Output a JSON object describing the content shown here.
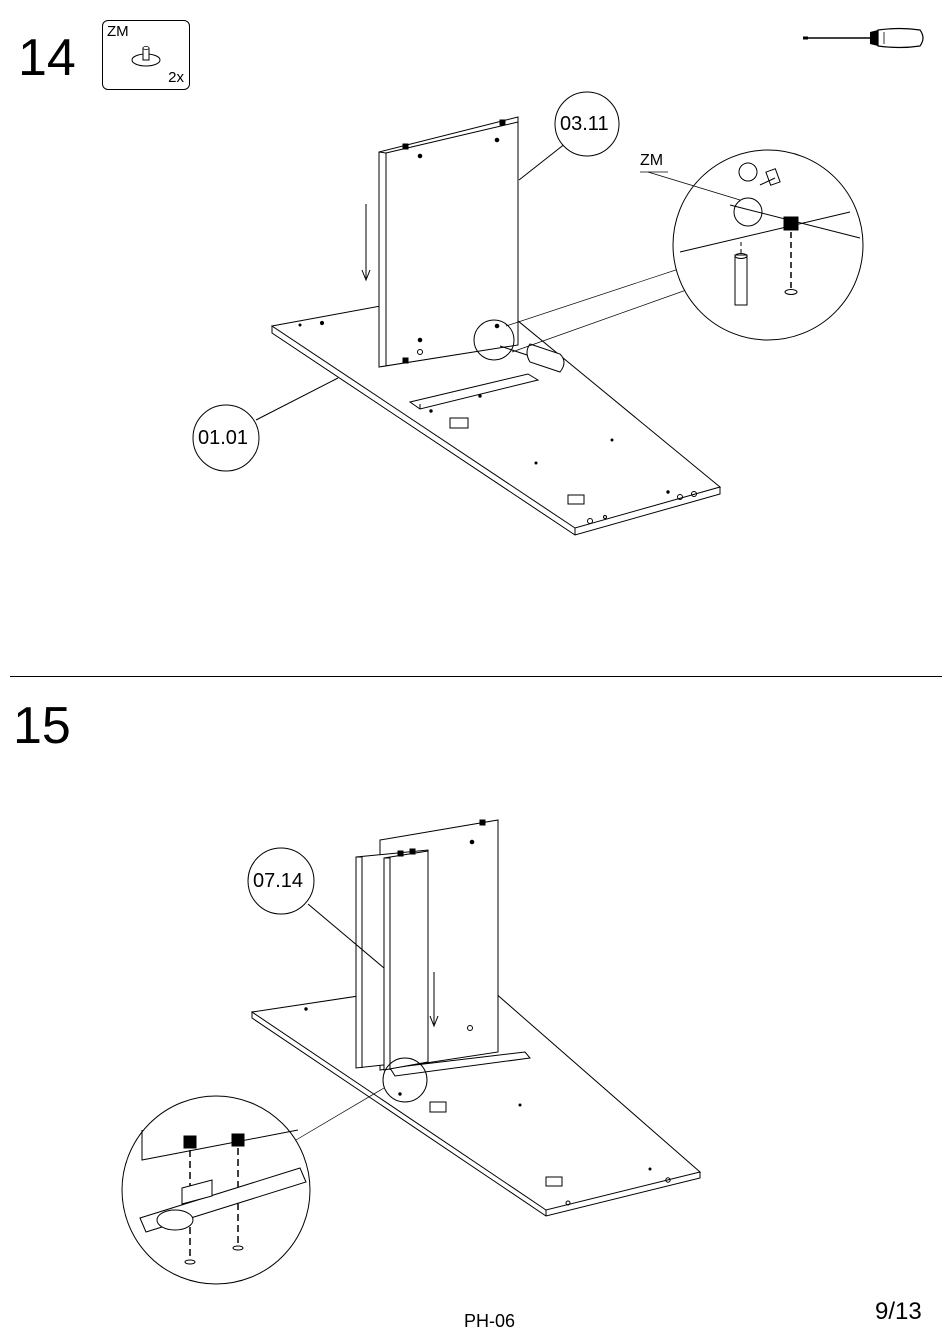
{
  "step14": {
    "number": "14",
    "part_box": {
      "code": "ZM",
      "quantity": "2x"
    },
    "tool_icon": "screwdriver-icon",
    "labels": {
      "panel": "03.11",
      "base": "01.01",
      "detail_fitting": "ZM"
    }
  },
  "step15": {
    "number": "15",
    "labels": {
      "panel": "07.14"
    }
  },
  "footer": {
    "code": "PH-06",
    "page": "9/13"
  }
}
